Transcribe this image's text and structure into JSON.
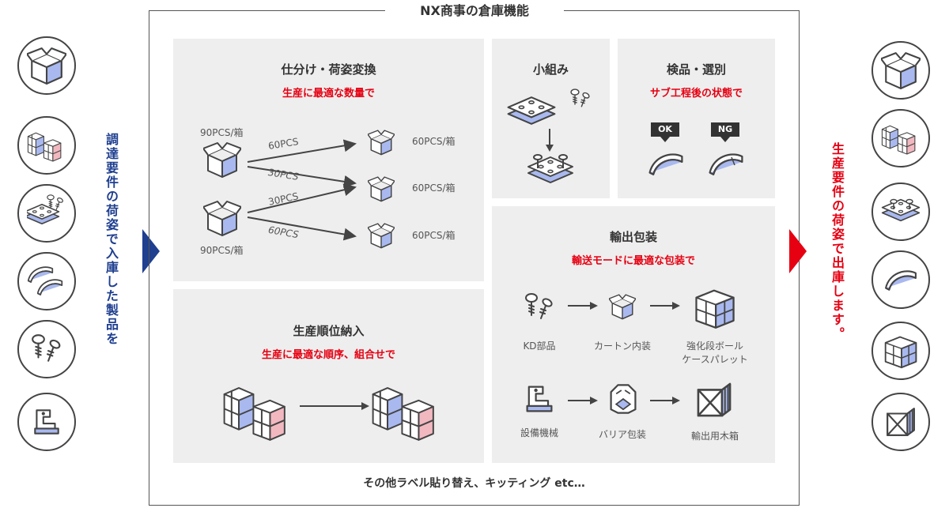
{
  "title": "NX商事の倉庫機能",
  "left_text": "調達要件の荷姿で入庫した製品を",
  "right_text": "生産要件の荷姿で出庫します。",
  "footer": "その他ラベル貼り替え、キッティング etc…",
  "sorting": {
    "title": "仕分け・荷姿変換",
    "subtitle": "生産に最適な数量で",
    "in_label_1": "90PCS/箱",
    "in_label_2": "90PCS/箱",
    "flow_1": "60PCS",
    "flow_2": "30PCS",
    "flow_3": "30PCS",
    "flow_4": "60PCS",
    "out_1": "60PCS/箱",
    "out_2": "60PCS/箱",
    "out_3": "60PCS/箱"
  },
  "subassembly": {
    "title": "小組み"
  },
  "inspection": {
    "title": "検品・選別",
    "subtitle": "サブ工程後の状態で",
    "ok": "OK",
    "ng": "NG"
  },
  "sequence": {
    "title": "生産順位納入",
    "subtitle": "生産に最適な順序、組合せで"
  },
  "export": {
    "title": "輸出包装",
    "subtitle": "輸送モードに最適な包装で",
    "row1": [
      "KD部品",
      "カートン内装",
      "強化段ボール",
      "ケースパレット"
    ],
    "row2": [
      "設備機械",
      "バリア包装",
      "輸出用木箱"
    ]
  },
  "colors": {
    "accent_blue": "#1f3f8f",
    "accent_red": "#e60012",
    "fill_blue": "#a9b9ef",
    "fill_pink": "#f2b8c0",
    "panel": "#eeeeee"
  }
}
